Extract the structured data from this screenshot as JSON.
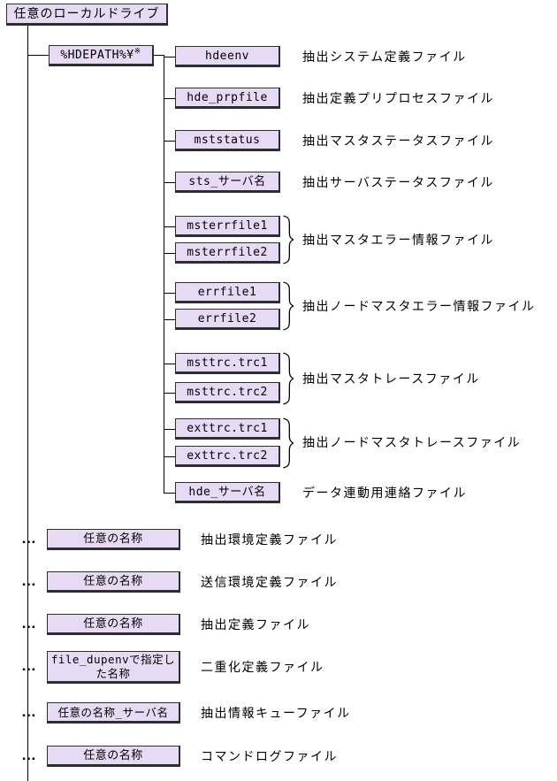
{
  "root": {
    "label": "任意のローカルドライブ"
  },
  "hdepath": {
    "label": "%HDEPATH%¥",
    "note": "※"
  },
  "hdepath_children": [
    {
      "files": [
        "hdeenv"
      ],
      "desc": "抽出システム定義ファイル"
    },
    {
      "files": [
        "hde_prpfile"
      ],
      "desc": "抽出定義プリプロセスファイル"
    },
    {
      "files": [
        "mststatus"
      ],
      "desc": "抽出マスタステータスファイル"
    },
    {
      "files": [
        "sts_サーバ名"
      ],
      "desc": "抽出サーバステータスファイル"
    },
    {
      "files": [
        "msterrfile1",
        "msterrfile2"
      ],
      "desc": "抽出マスタエラー情報ファイル"
    },
    {
      "files": [
        "errfile1",
        "errfile2"
      ],
      "desc": "抽出ノードマスタエラー情報ファイル"
    },
    {
      "files": [
        "msttrc.trc1",
        "msttrc.trc2"
      ],
      "desc": "抽出マスタトレースファイル"
    },
    {
      "files": [
        "exttrc.trc1",
        "exttrc.trc2"
      ],
      "desc": "抽出ノードマスタトレースファイル"
    },
    {
      "files": [
        "hde_サーバ名"
      ],
      "desc": "データ連動用連絡ファイル"
    }
  ],
  "root_children": [
    {
      "prefix": "…",
      "label": "任意の名称",
      "desc": "抽出環境定義ファイル"
    },
    {
      "prefix": "…",
      "label": "任意の名称",
      "desc": "送信環境定義ファイル"
    },
    {
      "prefix": "…",
      "label": "任意の名称",
      "desc": "抽出定義ファイル"
    },
    {
      "prefix": "…",
      "label": "file_dupenvで指定した名称",
      "desc": "二重化定義ファイル"
    },
    {
      "prefix": "…",
      "label": "任意の名称_サーバ名",
      "desc": "抽出情報キューファイル"
    },
    {
      "prefix": "…",
      "label": "任意の名称",
      "desc": "コマンドログファイル"
    }
  ],
  "colors": {
    "box_fill": "#E6DAF4",
    "box_border": "#2E2E2E",
    "line": "#000000"
  }
}
